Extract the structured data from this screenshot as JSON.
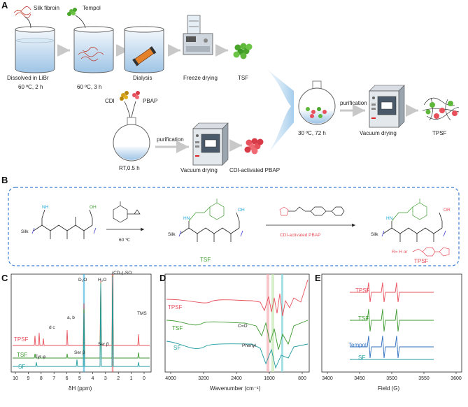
{
  "panels": {
    "A": "A",
    "B": "B",
    "C": "C",
    "D": "D",
    "E": "E"
  },
  "panel_a": {
    "silk_fibroin": "Silk fibroin",
    "tempol": "Tempol",
    "step1": "Dissolved in LiBr",
    "step1_cond": "60 ºC, 2 h",
    "step2_cond": "60 ºC, 3 h",
    "step3": "Dialysis",
    "step4": "Freeze drying",
    "tsf": "TSF",
    "cdi": "CDI",
    "pbap": "PBAP",
    "rt": "RT,0.5 h",
    "purification1": "purification",
    "vacuum1": "Vacuum drying",
    "cdi_pbap": "CDI-activated PBAP",
    "cond_final": "30 ºC, 72 h",
    "purification2": "purification",
    "vacuum2": "Vacuum drying",
    "tpsf": "TPSF"
  },
  "panel_b": {
    "silk1": "Silk",
    "silk2": "Silk",
    "silk3": "Silk",
    "temp": "60 ℃",
    "reagent": "CDI-activated PBAP",
    "tsf": "TSF",
    "tpsf": "TPSF",
    "r_def": "R= H or",
    "oh1": "OH",
    "oh2": "OH",
    "or": "OR",
    "nh2": "NH",
    "hn1": "HN",
    "hn2": "HN"
  },
  "panel_c": {
    "samples": [
      "TPSF",
      "TSF",
      "SF"
    ],
    "xlabel": "δH (ppm)",
    "xticks": [
      "10",
      "9",
      "8",
      "7",
      "6",
      "5",
      "4",
      "3",
      "2",
      "1",
      "0"
    ],
    "peaks": {
      "d2o": "D₂O",
      "h2o": "H₂O",
      "dmso": "(CD₃)₂SO",
      "tms": "TMS",
      "ab": "a, b",
      "dc": "d c",
      "tyr": "Tyr φ",
      "ser_b1": "Ser β",
      "ser_b2": "Ser β"
    },
    "colors": {
      "TPSF": "#e8505b",
      "TSF": "#3c9a2e",
      "SF": "#1f9aa0"
    }
  },
  "panel_d": {
    "samples": [
      "TPSF",
      "TSF",
      "SF"
    ],
    "xlabel": "Wavenumber (cm⁻¹)",
    "xticks": [
      "4000",
      "3200",
      "2400",
      "1600",
      "800"
    ],
    "ann_co": "C=O",
    "ann_phenyl": "Phenyl",
    "colors": {
      "TPSF": "#e8505b",
      "TSF": "#3c9a2e",
      "SF": "#1f9aa0"
    }
  },
  "panel_e": {
    "samples": [
      "TPSF",
      "TSF",
      "Tempol",
      "SF"
    ],
    "xlabel": "Field (G)",
    "xticks": [
      "3400",
      "3450",
      "3500",
      "3550",
      "3600"
    ],
    "colors": {
      "TPSF": "#e8505b",
      "TSF": "#3c9a2e",
      "Tempol": "#2e6fc0",
      "SF": "#1f9aa0"
    }
  }
}
